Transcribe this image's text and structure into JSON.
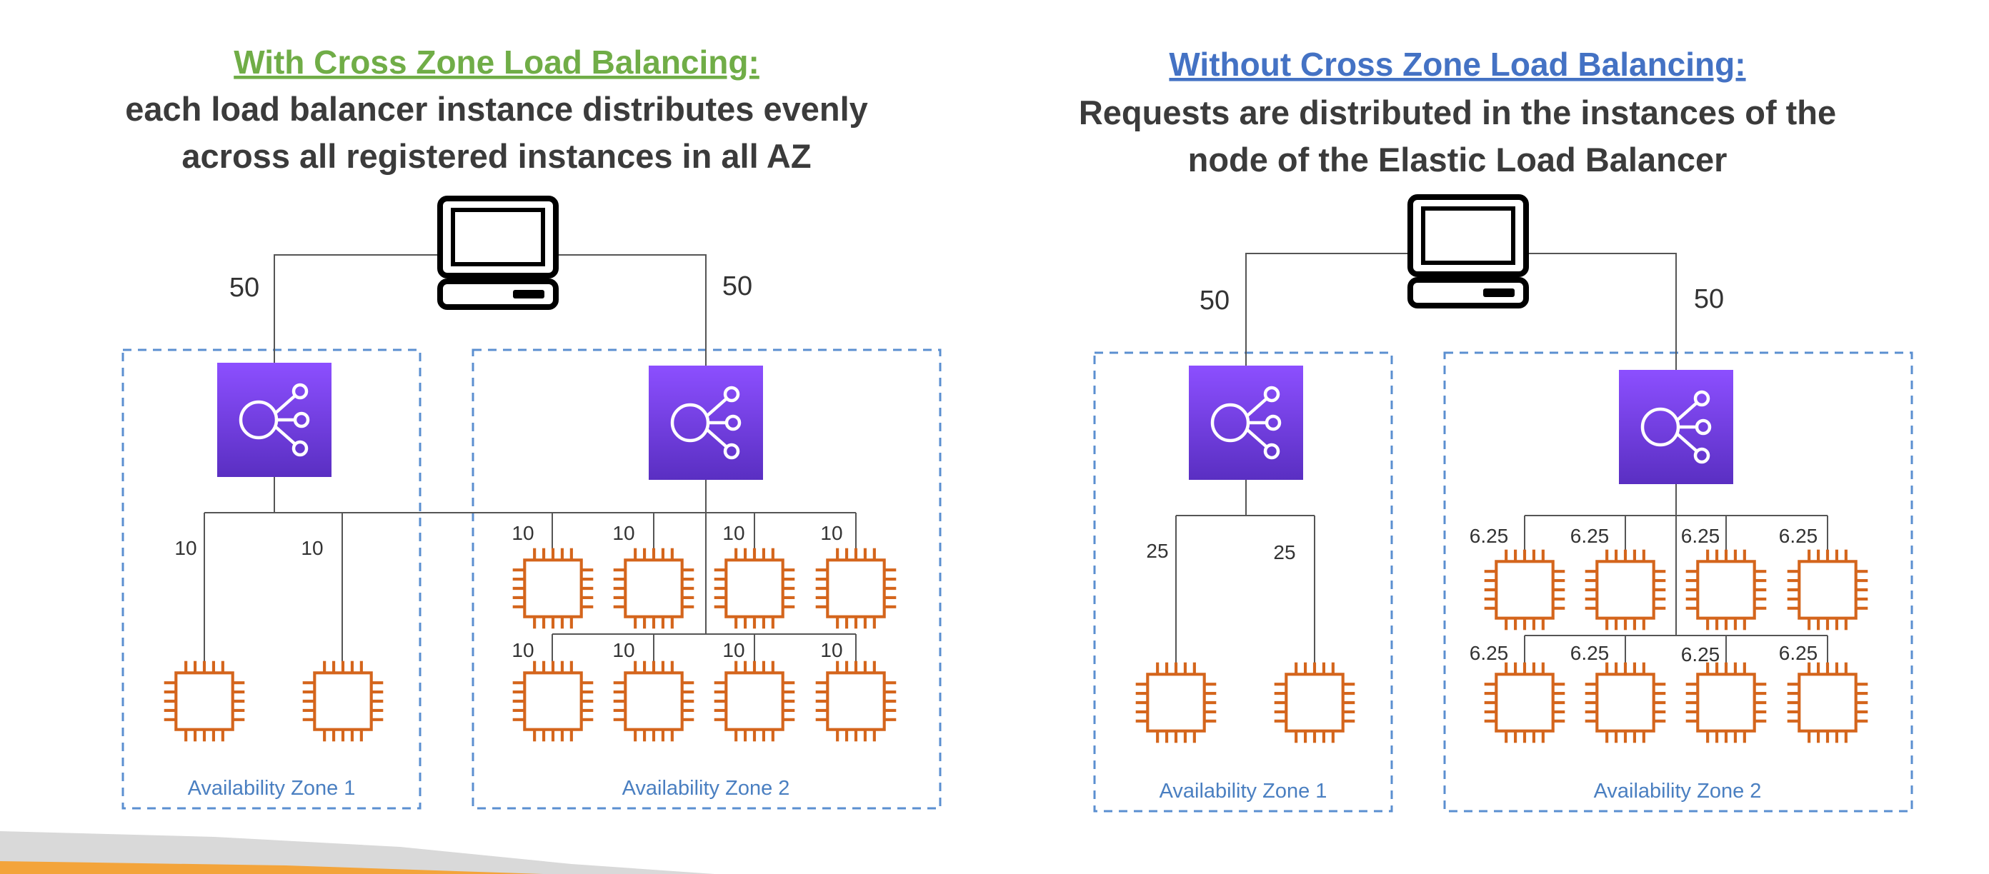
{
  "left_panel": {
    "heading": "With Cross Zone Load Balancing:",
    "description_line1": "each load balancer instance distributes evenly",
    "description_line2": "across all registered instances in all AZ",
    "client_weight_left": "50",
    "client_weight_right": "50",
    "az1": {
      "label": "Availability Zone 1",
      "instance_weights": [
        "10",
        "10"
      ]
    },
    "az2": {
      "label": "Availability Zone 2",
      "row1_weights": [
        "10",
        "10",
        "10",
        "10"
      ],
      "row2_weights": [
        "10",
        "10",
        "10",
        "10"
      ]
    }
  },
  "right_panel": {
    "heading": "Without Cross Zone Load Balancing:",
    "description_line1": "Requests are distributed in the instances of the",
    "description_line2": "node of the Elastic Load Balancer",
    "client_weight_left": "50",
    "client_weight_right": "50",
    "az1": {
      "label": "Availability Zone 1",
      "instance_weights": [
        "25",
        "25"
      ]
    },
    "az2": {
      "label": "Availability Zone 2",
      "row1_weights": [
        "6.25",
        "6.25",
        "6.25",
        "6.25"
      ],
      "row2_weights": [
        "6.25",
        "6.25",
        "6.25",
        "6.25"
      ]
    }
  },
  "icons": {
    "client": "desktop-computer-icon",
    "load_balancer": "elastic-load-balancer-icon",
    "instance": "ec2-instance-chip-icon"
  },
  "colors": {
    "heading_left": "#70ad47",
    "heading_right": "#4472c4",
    "load_balancer_top": "#8c4fff",
    "load_balancer_bottom": "#5a2fc2",
    "instance": "#d4651c",
    "az_border": "#5b8fd0",
    "footer_gray": "#d9d9d9",
    "footer_orange": "#f3a43b"
  }
}
